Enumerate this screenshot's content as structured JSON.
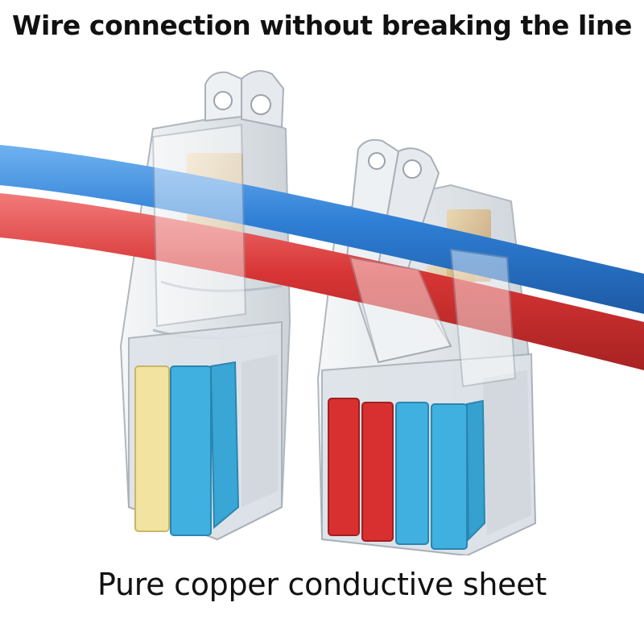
{
  "headline": "Wire connection without breaking the line",
  "caption": "Pure copper conductive sheet",
  "colors": {
    "background": "#ffffff",
    "text": "#111111",
    "wire_blue": "#2f7fd6",
    "wire_red": "#d83535",
    "lever_yellow": "#f2e3a0",
    "lever_blue": "#3fb0e0",
    "lever_red": "#d83030",
    "housing": "#e9ecef",
    "copper": "#d9a85a"
  },
  "product": {
    "left_connector": {
      "lever_colors": [
        "yellow",
        "blue",
        "blue"
      ]
    },
    "right_connector": {
      "lever_colors": [
        "red",
        "red",
        "blue",
        "blue"
      ]
    }
  }
}
